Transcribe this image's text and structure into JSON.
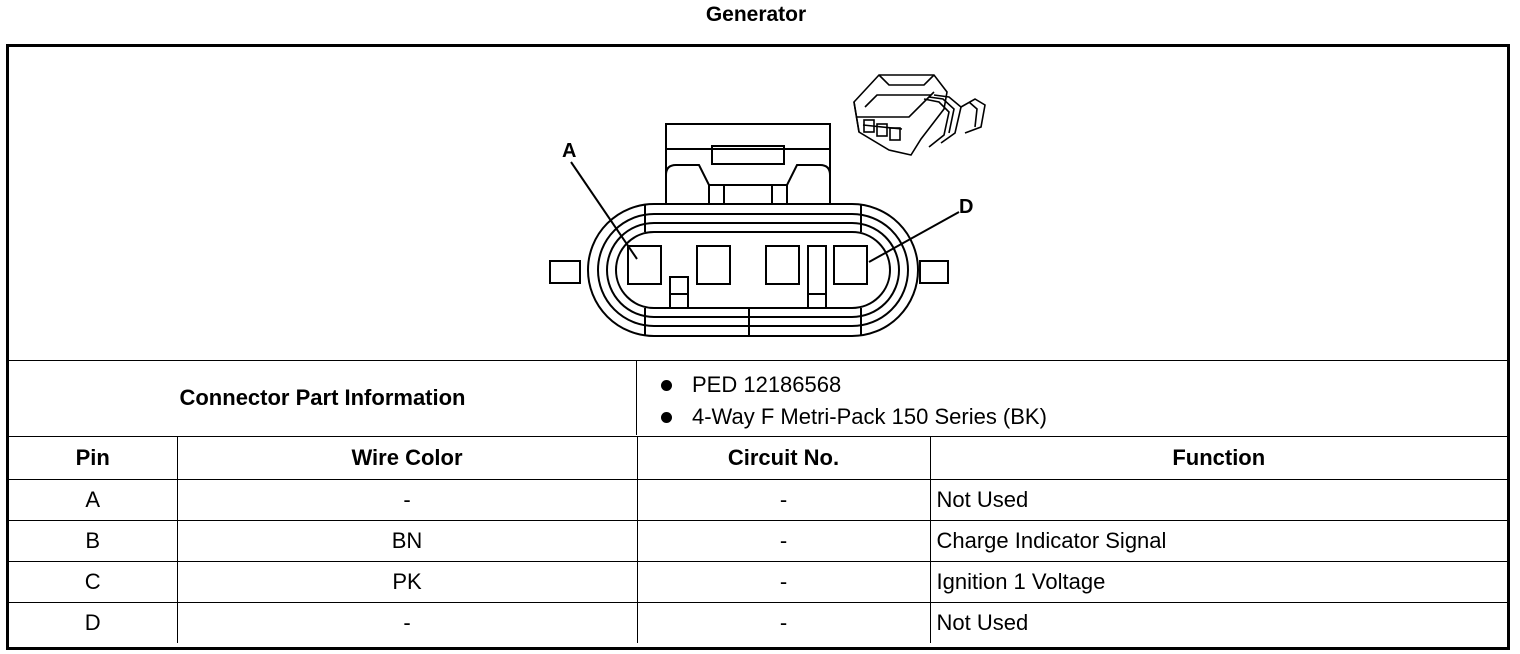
{
  "title": "Generator",
  "diagram": {
    "callouts": [
      {
        "label": "A"
      },
      {
        "label": "D"
      }
    ]
  },
  "part_info": {
    "label": "Connector Part Information",
    "items": [
      "PED 12186568",
      "4-Way F Metri-Pack 150 Series (BK)"
    ]
  },
  "table": {
    "headers": [
      "Pin",
      "Wire Color",
      "Circuit No.",
      "Function"
    ],
    "rows": [
      [
        "A",
        "-",
        "-",
        "Not Used"
      ],
      [
        "B",
        "BN",
        "-",
        "Charge Indicator Signal"
      ],
      [
        "C",
        "PK",
        "-",
        "Ignition 1 Voltage"
      ],
      [
        "D",
        "-",
        "-",
        "Not Used"
      ]
    ]
  }
}
